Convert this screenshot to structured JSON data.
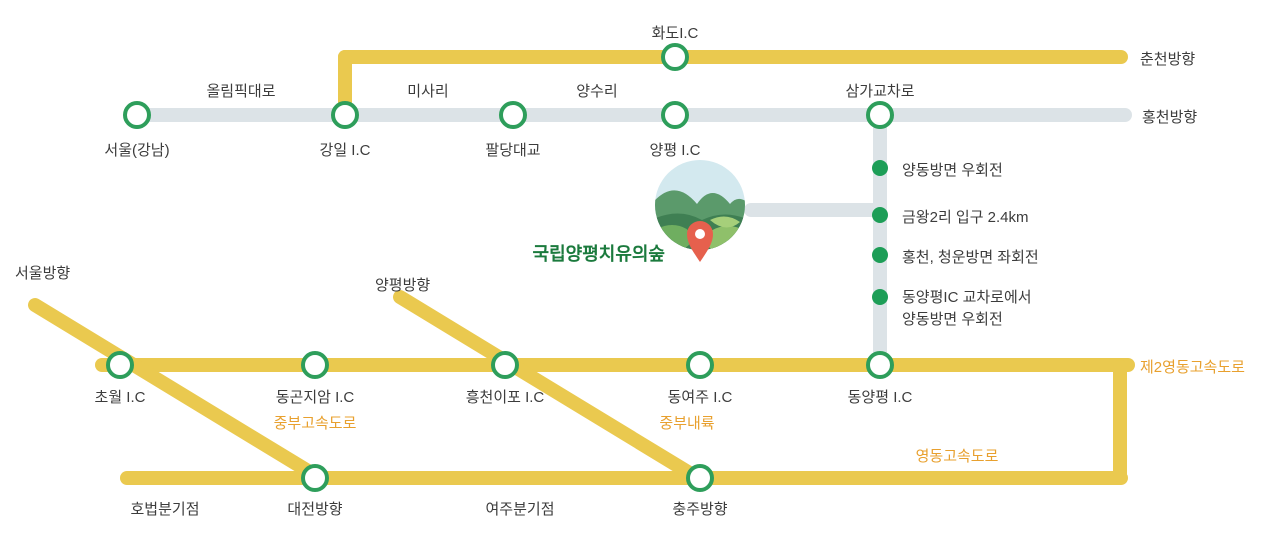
{
  "title": "국립양평치유의숲",
  "colors": {
    "road_yellow": "#EAC94F",
    "road_gray": "#DCE3E7",
    "node_ring_green": "#2E9E5B",
    "bullet_green": "#1D9E57",
    "label_orange": "#E8A02E",
    "title_green": "#1B7A3D",
    "text_dark": "#3C3C3C",
    "pin_red": "#E6604D"
  },
  "top_route": {
    "chuncheon_direction": "춘천방향",
    "hongcheon_direction": "홍천방향",
    "hwado_ic": "화도I.C",
    "olympic_road": "올림픽대로",
    "misari": "미사리",
    "yangsuri": "양수리",
    "seoul_gangnam": "서울(강남)",
    "gangil_ic": "강일 I.C",
    "paldang_bridge": "팔당대교",
    "yangpyeong_ic": "양평 I.C",
    "samga_junction": "삼가교차로"
  },
  "directions": {
    "step1": "양동방면 우회전",
    "step2": "금왕2리 입구 2.4km",
    "step3": "홍천, 청운방면 좌회전",
    "step4": "동양평IC 교차로에서\n양동방면 우회전"
  },
  "bottom_route": {
    "seoul_direction": "서울방향",
    "yangpyeong_direction": "양평방향",
    "jae2yeongdong_expressway": "제2영동고속도로",
    "chowol_ic": "초월 I.C",
    "donggonjiam_ic": "동곤지암 I.C",
    "heungcheonipo_ic": "흥천이포 I.C",
    "dongyeoju_ic": "동여주 I.C",
    "dongyangpyeong_ic": "동양평 I.C",
    "jungbu_expressway": "중부고속도로",
    "jungbunaeryuk": "중부내륙",
    "yeongdong_expressway": "영동고속도로",
    "hobeop_junction": "호법분기점",
    "daejeon_direction": "대전방향",
    "yeoju_junction": "여주분기점",
    "chungju_direction": "충주방향"
  }
}
